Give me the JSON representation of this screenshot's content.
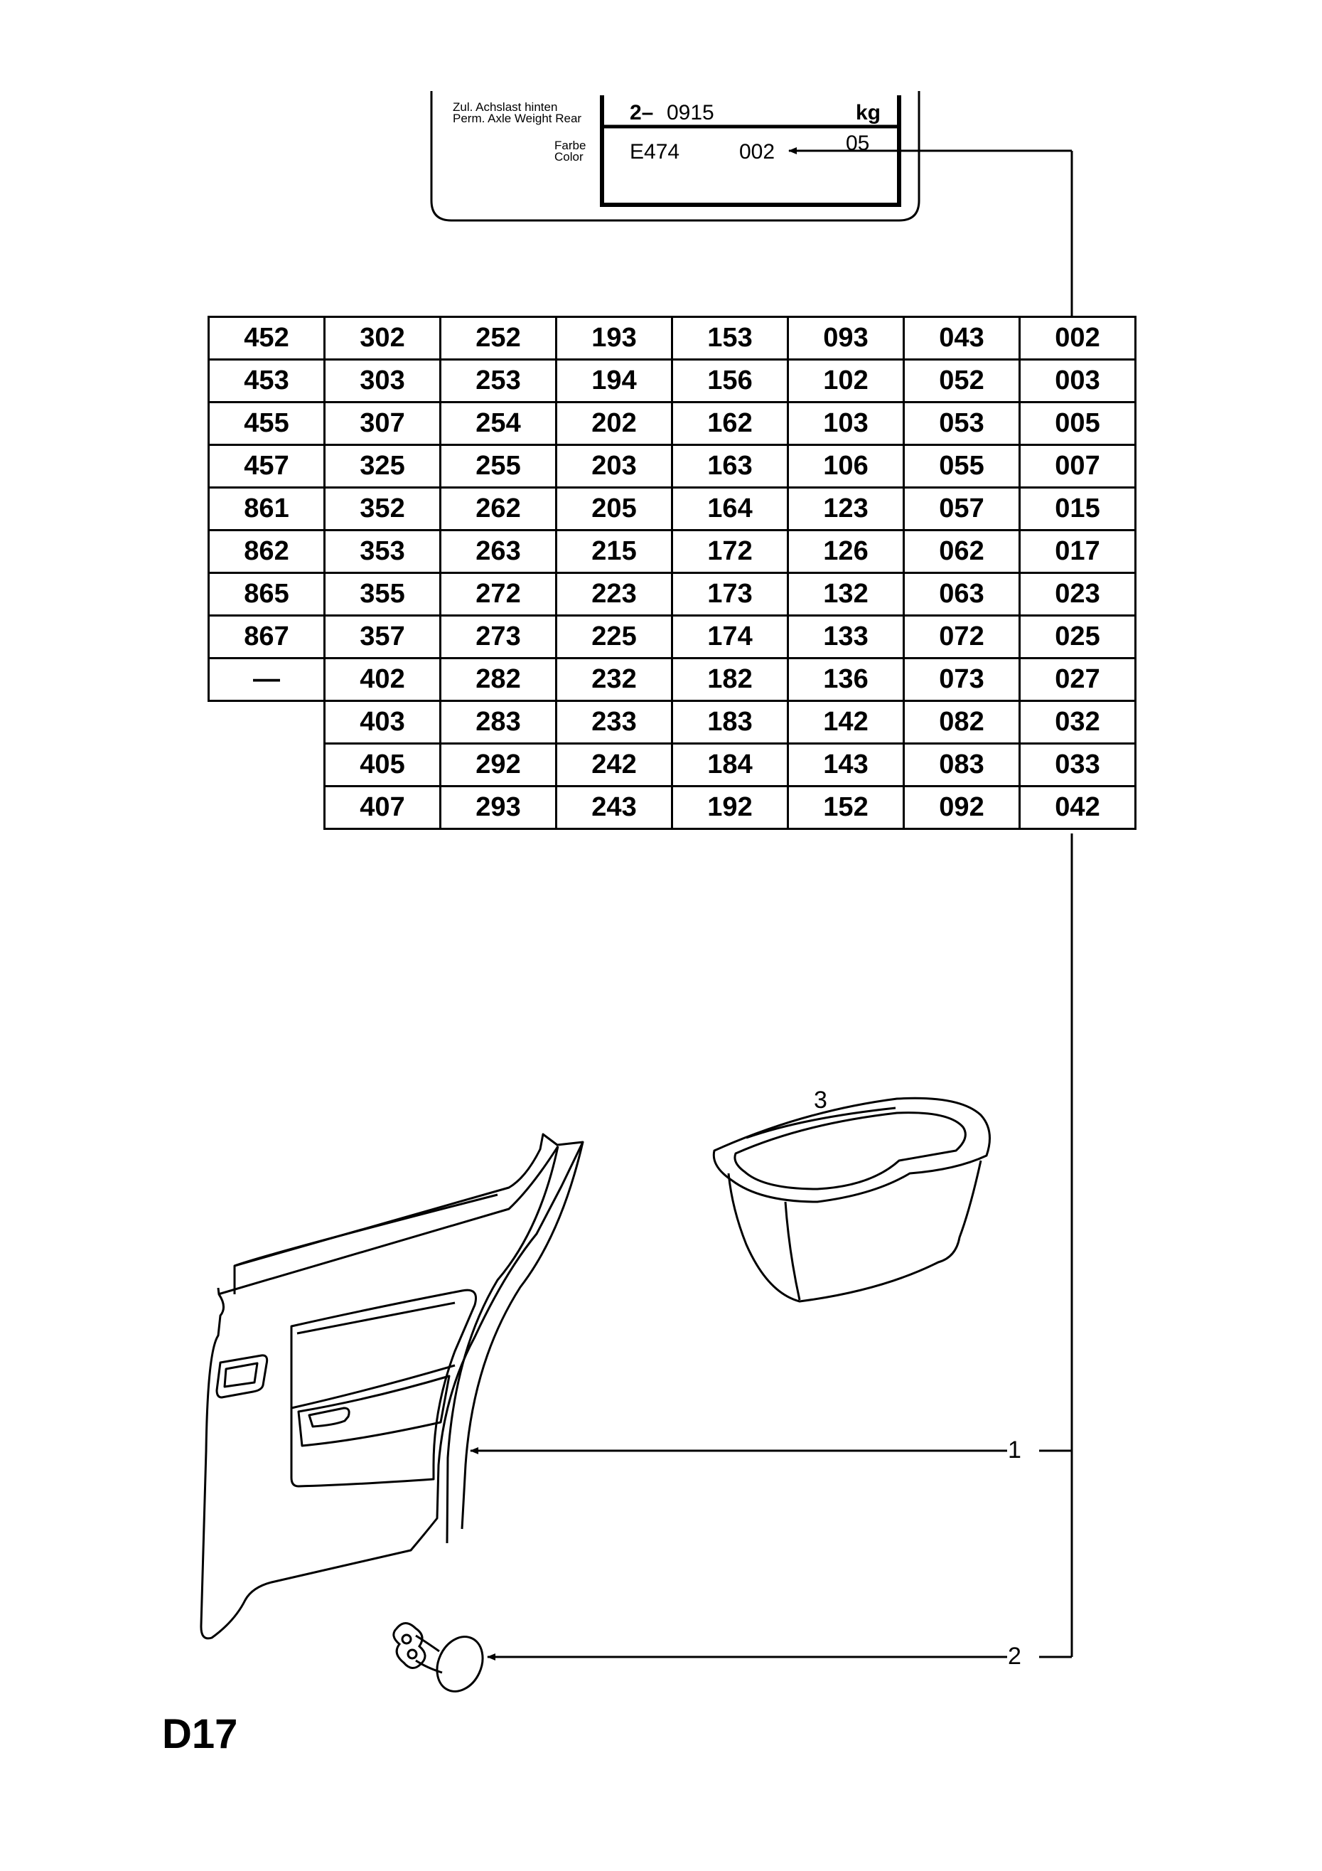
{
  "plate": {
    "label_axle_de": "Zul. Achslast hinten",
    "label_axle_en": "Perm. Axle Weight Rear",
    "axle_prefix": "2–",
    "axle_value": "0915",
    "axle_unit": "kg",
    "label_color_de": "Farbe",
    "label_color_en": "Color",
    "paint_code": "E474",
    "color_code": "002",
    "trailing_code": "05"
  },
  "color_table": {
    "columns": [
      [
        "452",
        "453",
        "455",
        "457",
        "861",
        "862",
        "865",
        "867",
        "—"
      ],
      [
        "302",
        "303",
        "307",
        "325",
        "352",
        "353",
        "355",
        "357",
        "402",
        "403",
        "405",
        "407"
      ],
      [
        "252",
        "253",
        "254",
        "255",
        "262",
        "263",
        "272",
        "273",
        "282",
        "283",
        "292",
        "293"
      ],
      [
        "193",
        "194",
        "202",
        "203",
        "205",
        "215",
        "223",
        "225",
        "232",
        "233",
        "242",
        "243"
      ],
      [
        "153",
        "156",
        "162",
        "163",
        "164",
        "172",
        "173",
        "174",
        "182",
        "183",
        "184",
        "192"
      ],
      [
        "093",
        "102",
        "103",
        "106",
        "123",
        "126",
        "132",
        "133",
        "136",
        "142",
        "143",
        "152"
      ],
      [
        "043",
        "052",
        "053",
        "055",
        "057",
        "062",
        "063",
        "072",
        "073",
        "082",
        "083",
        "092"
      ],
      [
        "002",
        "003",
        "005",
        "007",
        "015",
        "017",
        "023",
        "025",
        "027",
        "032",
        "033",
        "042"
      ]
    ]
  },
  "callouts": {
    "c1": "1",
    "c2": "2",
    "c3": "3"
  },
  "page_code": "D17",
  "colors": {
    "line": "#000000",
    "background": "#ffffff"
  }
}
